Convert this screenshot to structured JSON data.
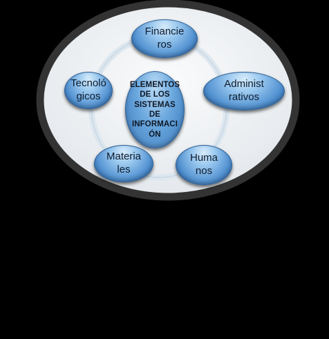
{
  "diagram": {
    "center_label": "ELEMENTOS\nDE LOS\nSISTEMAS\nDE\nINFORMACI\nÓN",
    "nodes": [
      {
        "id": "financieros",
        "label": "Financie\nros"
      },
      {
        "id": "administrativos",
        "label": "Administ\nrativos"
      },
      {
        "id": "humanos",
        "label": "Huma\nnos"
      },
      {
        "id": "materiales",
        "label": "Materia\nles"
      },
      {
        "id": "tecnologicos",
        "label": "Tecnoló\ngicos"
      }
    ]
  },
  "colors": {
    "background": "#000000",
    "frame_border": "#333333",
    "frame_fill": "#f2f4f6",
    "ring": "#e2ebf2",
    "node_fill": "#4f8fd0"
  }
}
